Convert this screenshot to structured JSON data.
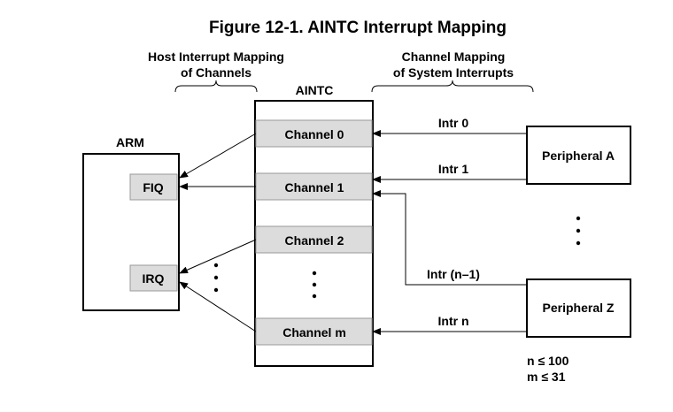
{
  "title": "Figure 12-1. AINTC Interrupt Mapping",
  "header_left": [
    "Host Interrupt Mapping",
    "of Channels"
  ],
  "header_right": [
    "Channel Mapping",
    "of System Interrupts"
  ],
  "aintc_label": "AINTC",
  "arm": {
    "label": "ARM",
    "fiq": "FIQ",
    "irq": "IRQ"
  },
  "channels": [
    "Channel 0",
    "Channel 1",
    "Channel 2",
    "Channel m"
  ],
  "peripherals": [
    "Peripheral A",
    "Peripheral Z"
  ],
  "interrupts": [
    "Intr 0",
    "Intr 1",
    "Intr (n–1)",
    "Intr n"
  ],
  "limits": [
    "n ≤ 100",
    "m ≤ 31"
  ],
  "colors": {
    "channel_fill": "#dcdcdc",
    "line": "#000000"
  }
}
